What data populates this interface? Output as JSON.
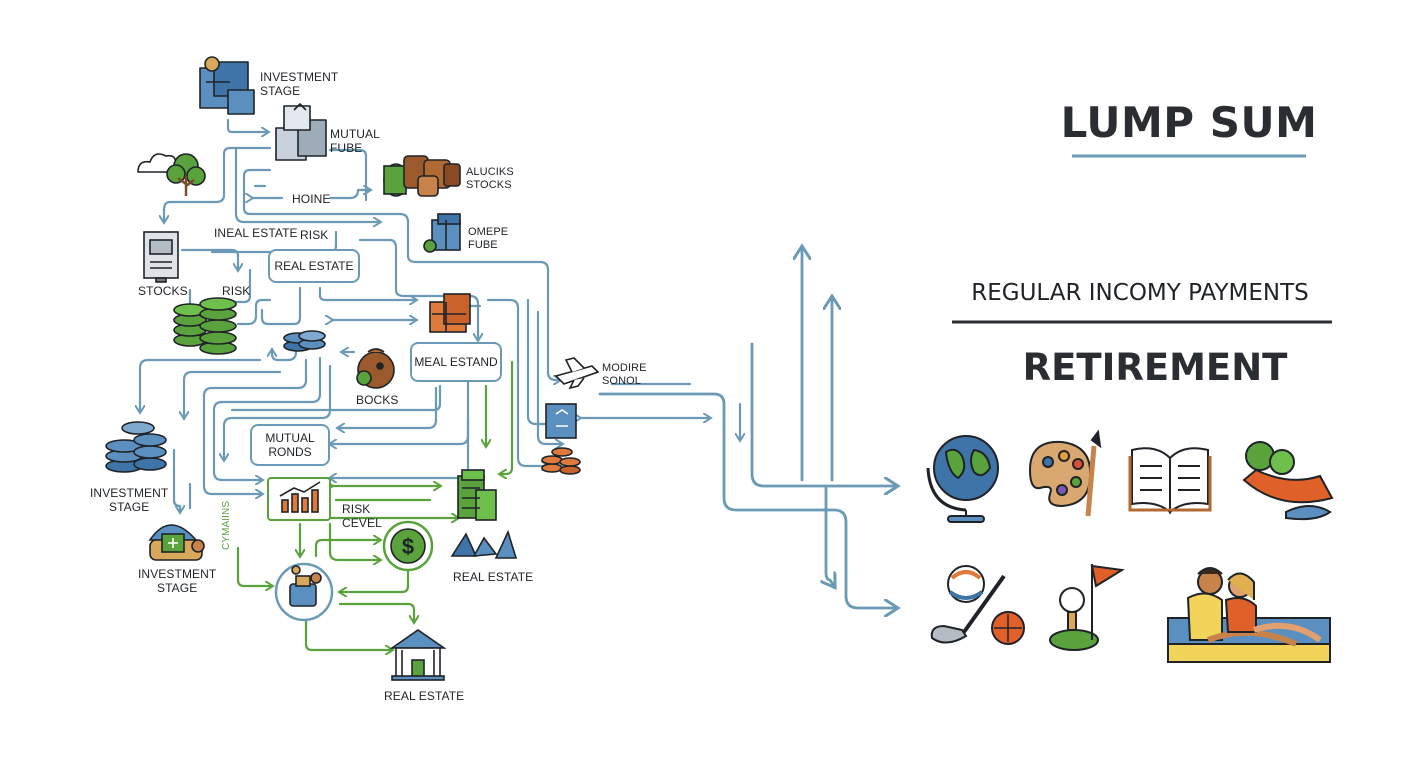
{
  "colors": {
    "flow_blue": "#6a9ab5",
    "flow_green": "#5aa23c",
    "ink": "#1f2328",
    "accent_underline": "#6a9ab5"
  },
  "headings": {
    "lump_sum": "LUMP SUM",
    "regular_income": "REGULAR INCOMY PAYMENTS",
    "retirement": "RETIREMENT"
  },
  "labels": {
    "investment_stage_top": "INVESTMENT\nSTAGE",
    "mutual_fube": "MUTUAL\nFUBE",
    "aludiks_stocks": "ALUCIKS\nSTOCKS",
    "hoine": "HOINE",
    "omepe_fube": "OMEPE\nFUBE",
    "ineal_estate": "INEAL ESTATE",
    "risk_top": "RISK",
    "real_estate_box": "REAL ESTATE",
    "stocks": "STOCKS",
    "risk_left": "RISK",
    "meal_estand": "MEAL ESTAND",
    "modire_sonol": "MODIRE\nSONOL",
    "bocks": "BOCKS",
    "mutual_ronds": "MUTUAL\nRONDS",
    "investment_stage_mid": "INVESTMENT\nSTAGE",
    "risk_level": "RISK\nCEVEL",
    "real_estate_right": "REAL ESTATE",
    "investment_stage_low": "INVESTMENT\nSTAGE",
    "cymaiins": "CYMAIINS",
    "real_estate_bottom": "REAL ESTATE"
  },
  "icons": {
    "left_cluster": [
      "blocks-icon",
      "mutual-fund-blocks-icon",
      "tree-cloud-icon",
      "barrels-icon",
      "gift-box-icon",
      "server-icon",
      "coin-stack-icon",
      "coins-icon",
      "money-bag-icon",
      "briefcase-icon",
      "airplane-icon",
      "document-icon",
      "chart-icon",
      "stacked-bills-icon",
      "dollar-coin-icon",
      "tents-icon",
      "umbrella-person-icon",
      "jar-icon",
      "bank-icon"
    ],
    "retirement": [
      "globe-icon",
      "palette-icon",
      "open-book-icon",
      "hammock-icon",
      "golf-club-icon",
      "golf-flag-icon",
      "beach-couple-icon"
    ]
  }
}
